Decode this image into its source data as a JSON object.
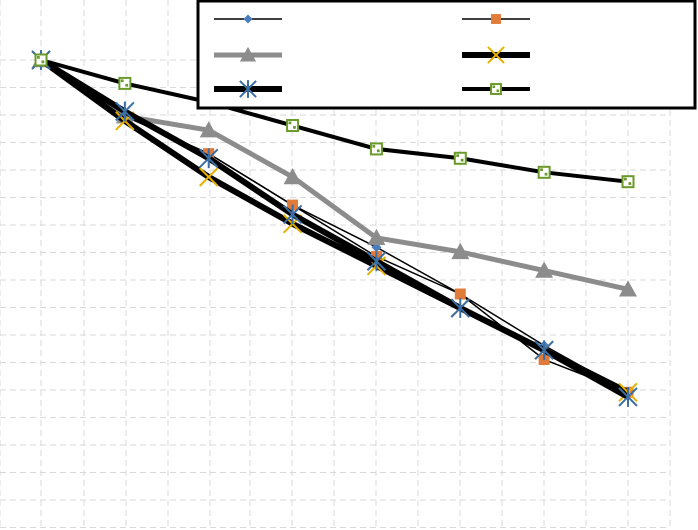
{
  "chart_data": {
    "type": "line",
    "title": "",
    "xlabel": "",
    "ylabel": "",
    "x": [
      0,
      1,
      2,
      3,
      4,
      5,
      6,
      7
    ],
    "xlim": [
      0,
      7
    ],
    "ylim": [
      0,
      1
    ],
    "grid": true,
    "legend": "top-right",
    "series": [
      {
        "name": "",
        "values": [
          1.0,
          0.88,
          0.8,
          0.69,
          0.6,
          0.5,
          0.39,
          0.29
        ],
        "color": "#4a7ebb",
        "marker": "diamond",
        "line_color": "#000000",
        "weight": "thin"
      },
      {
        "name": "",
        "values": [
          1.0,
          0.88,
          0.8,
          0.69,
          0.58,
          0.5,
          0.36,
          0.29
        ],
        "color": "#e07b39",
        "marker": "square",
        "line_color": "#000000",
        "weight": "thin"
      },
      {
        "name": "",
        "values": [
          1.0,
          0.88,
          0.85,
          0.75,
          0.62,
          0.59,
          0.55,
          0.51
        ],
        "color": "#8c8c8c",
        "marker": "triangle",
        "line_color": "#8c8c8c",
        "weight": "thick"
      },
      {
        "name": "",
        "values": [
          1.0,
          0.87,
          0.75,
          0.65,
          0.56,
          0.47,
          0.38,
          0.29
        ],
        "color": "#e8b000",
        "marker": "x",
        "line_color": "#000000",
        "weight": "heavy"
      },
      {
        "name": "",
        "values": [
          1.0,
          0.89,
          0.79,
          0.67,
          0.57,
          0.47,
          0.38,
          0.28
        ],
        "color": "#3a6ea5",
        "marker": "asterisk",
        "line_color": "#000000",
        "weight": "heavy"
      },
      {
        "name": "",
        "values": [
          1.0,
          0.95,
          0.91,
          0.86,
          0.81,
          0.79,
          0.76,
          0.74
        ],
        "color": "#6a9a2a",
        "marker": "checker",
        "line_color": "#000000",
        "weight": "medium"
      }
    ]
  }
}
